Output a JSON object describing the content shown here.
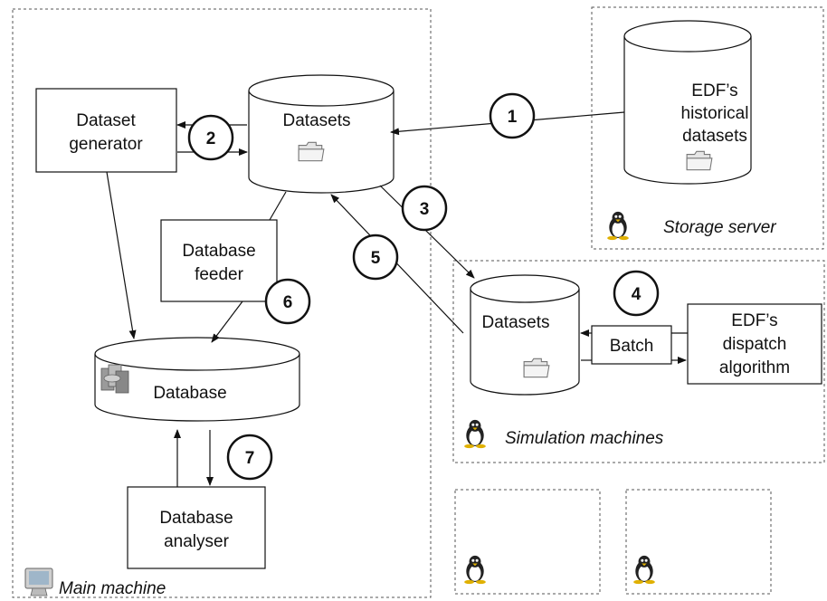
{
  "regions": {
    "main_machine": "Main machine",
    "storage_server": "Storage server",
    "simulation_machines": "Simulation machines"
  },
  "nodes": {
    "dataset_generator": [
      "Dataset",
      "generator"
    ],
    "datasets_main": "Datasets",
    "edf_historical": [
      "EDF’s",
      "historical",
      "datasets"
    ],
    "database_feeder": [
      "Database",
      "feeder"
    ],
    "database": "Database",
    "database_analyser": [
      "Database",
      "analyser"
    ],
    "datasets_sim": "Datasets",
    "batch": "Batch",
    "edf_dispatch": [
      "EDF’s",
      "dispatch",
      "algorithm"
    ]
  },
  "steps": [
    "1",
    "2",
    "3",
    "4",
    "5",
    "6",
    "7"
  ],
  "icons": [
    "folder-icon",
    "linux-penguin-icon",
    "monitor-icon",
    "database-stack-icon"
  ]
}
